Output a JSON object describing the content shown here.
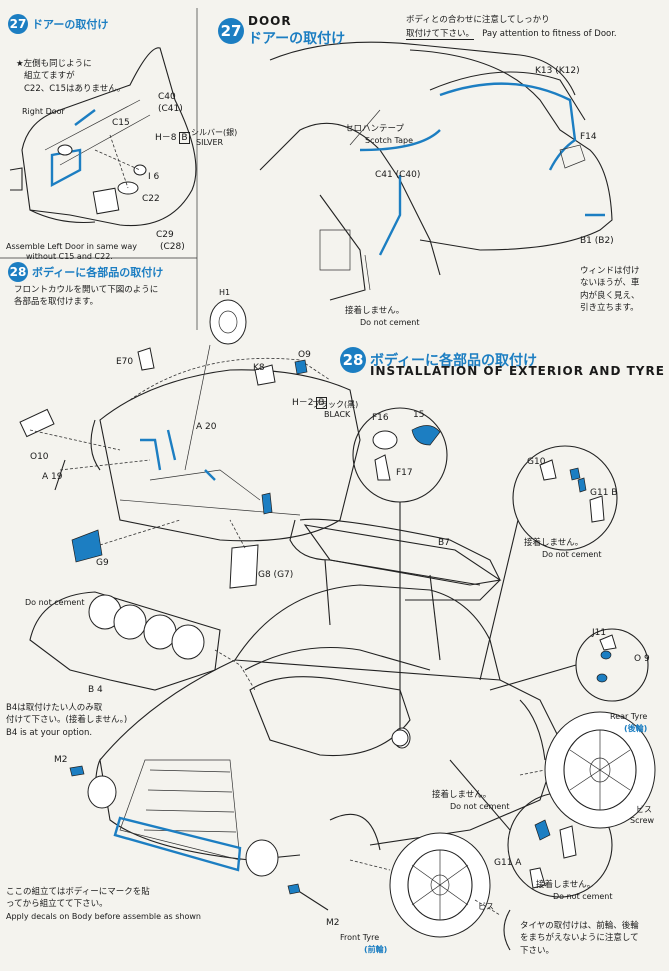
{
  "step27_small": {
    "number": "27",
    "title_jp": "ドアーの取付け",
    "notes": [
      "★左側も同じように",
      "組立てますが",
      "C22、C15はありません。"
    ],
    "right_door": "Right Door",
    "parts": {
      "c40": "C40",
      "c41": "(C41)",
      "c15": "C15",
      "h8": "H－8",
      "h8_box": "B",
      "silver_jp": "シルバー(銀)",
      "silver_en": "SILVER",
      "i6": "I 6",
      "c22": "C22",
      "c29": "C29"
    },
    "assemble_note": [
      "Assemble Left Door in same way",
      "without C15 and C22."
    ],
    "c28": "(C28)"
  },
  "step27_large": {
    "number": "27",
    "title_en": "DOOR",
    "title_jp": "ドアーの取付け",
    "fit_note_jp": [
      "ボディとの合わせに注意してしっかり",
      "取付けて下さい。"
    ],
    "fit_note_en": "Pay attention to fitness of Door.",
    "parts": {
      "k13": "K13 (K12)",
      "f14": "F14",
      "tape_jp": "セロハンテープ",
      "tape_en": "Scotch Tape",
      "c41": "C41 (C40)",
      "b1": "B1 (B2)"
    },
    "window_note": [
      "ウィンドは付け",
      "ないほうが、車",
      "内が良く見え、",
      "引き立ちます。"
    ],
    "no_cement_jp": "接着しません。",
    "no_cement_en": "Do not cement"
  },
  "step28_small": {
    "number": "28",
    "title_jp": "ボディーに各部品の取付け",
    "note_jp": [
      "フロントカウルを開いて下図のように",
      "各部品を取付けます。"
    ],
    "parts": {
      "h1": "H1",
      "e70": "E70",
      "k8": "K8",
      "o9": "O9",
      "h2": "H－2",
      "h2_box": "B",
      "black_jp": "ブラック(黒)",
      "black_en": "BLACK",
      "a20": "A 20",
      "o10": "O10",
      "a19": "A 19",
      "g9": "G9",
      "g8": "G8 (G7)"
    }
  },
  "step28_large": {
    "number": "28",
    "title_jp": "ボディーに各部品の取付け",
    "title_en": "INSTALLATION OF EXTERIOR AND TYRE",
    "parts": {
      "f16": "F16",
      "f15": "15",
      "f17": "F17",
      "b7": "B7",
      "g10": "G10",
      "g11b": "G11 B",
      "j11": "J11",
      "o9": "O 9",
      "b4": "B 4",
      "m2": "M2",
      "g11a": "G11 A"
    },
    "no_cement_jp": "接着しません。",
    "no_cement_en": "Do not cement",
    "do_not_cement": "Do not cement",
    "b4_note_jp": [
      "B4は取付けたい人のみ取",
      "付けて下さい。(接着しません。)"
    ],
    "b4_note_en": "B4 is at your option.",
    "rear_tyre": "Rear Tyre",
    "rear_jp": "(後輪)",
    "screw_jp": "ビス",
    "screw_en": "Screw",
    "front_tyre": "Front Tyre",
    "front_jp": "(前輪)",
    "tyre_note": [
      "タイヤの取付けは、前輪、後輪",
      "をまちがえないように注意して",
      "下さい。"
    ],
    "decal_note_jp": [
      "ここの組立てはボディーにマークを貼",
      "ってから組立てて下さい。"
    ],
    "decal_note_en": "Apply decals on Body before assemble as shown"
  },
  "colors": {
    "accent": "#1c7ec2",
    "line": "#222222",
    "paper": "#f4f3ee"
  }
}
